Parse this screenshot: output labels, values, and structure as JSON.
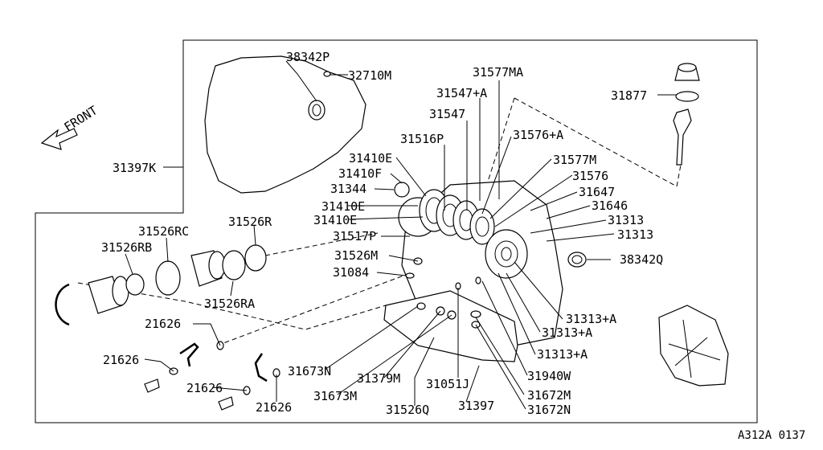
{
  "front_label": "FRONT",
  "catalog_code": "A312A 0137",
  "parts": {
    "p38342P": "38342P",
    "p32710M": "32710M",
    "p31577MA": "31577MA",
    "p31547A": "31547+A",
    "p31877": "31877",
    "p31547": "31547",
    "p31576A": "31576+A",
    "p31516P": "31516P",
    "p31577M": "31577M",
    "p31410E_a": "31410E",
    "p31576": "31576",
    "p31397K": "31397K",
    "p31410F": "31410F",
    "p31344": "31344",
    "p31647": "31647",
    "p31410E_b": "31410E",
    "p31646": "31646",
    "p31410E_c": "31410E",
    "p31313_a": "31313",
    "p31526RC": "31526RC",
    "p31526R": "31526R",
    "p31313_b": "31313",
    "p31517P": "31517P",
    "p31526RB": "31526RB",
    "p31526M": "31526M",
    "p38342Q": "38342Q",
    "p31084": "31084",
    "p31526RA": "31526RA",
    "p31313A_a": "31313+A",
    "p21626_a": "21626",
    "p31313A_b": "31313+A",
    "p31313A_c": "31313+A",
    "p21626_b": "21626",
    "p31673N": "31673N",
    "p31940W": "31940W",
    "p31379M": "31379M",
    "p31051J": "31051J",
    "p21626_c": "21626",
    "p31672M": "31672M",
    "p31673M": "31673M",
    "p31397": "31397",
    "p21626_d": "21626",
    "p31526Q": "31526Q",
    "p31672N": "31672N"
  }
}
